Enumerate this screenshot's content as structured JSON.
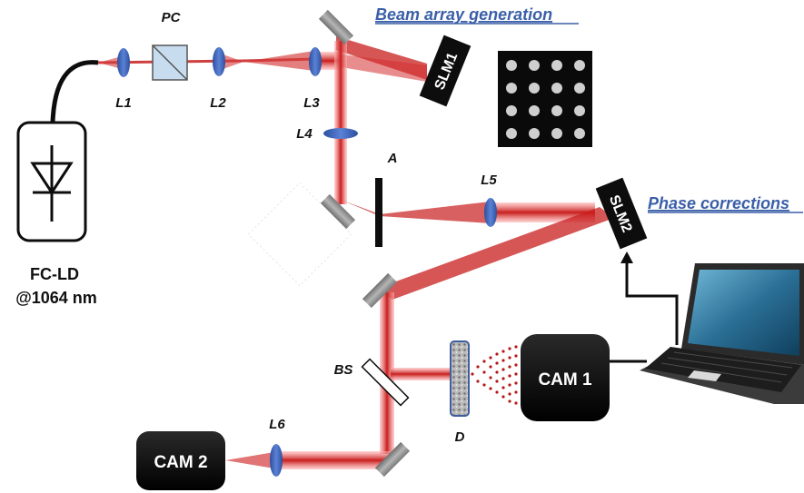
{
  "labels": {
    "pc": "PC",
    "l1": "L1",
    "l2": "L2",
    "l3": "L3",
    "l4": "L4",
    "l5": "L5",
    "l6": "L6",
    "a": "A",
    "bs": "BS",
    "d": "D",
    "beam_array": "Beam array generation",
    "phase_corrections": "Phase corrections",
    "source_line1": "FC-LD",
    "source_line2": "@1064 nm"
  },
  "devices": {
    "slm1": "SLM1",
    "slm2": "SLM2",
    "cam1": "CAM 1",
    "cam2": "CAM 2"
  },
  "colors": {
    "beam": "#c81d1d",
    "lens": "#3e63b8",
    "mirror": "#8e8e8e",
    "label_blue": "#3a5fa8",
    "device": "#0d0d0d"
  },
  "icons": {
    "source": "laser-diode-icon",
    "computer": "laptop-icon",
    "pattern": "spot-array-image"
  }
}
